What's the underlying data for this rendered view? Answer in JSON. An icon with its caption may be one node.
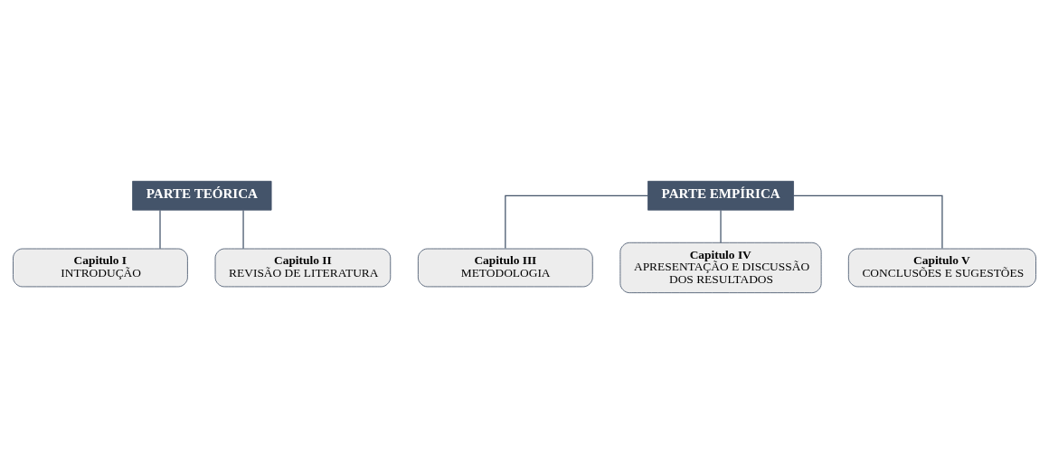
{
  "diagram": {
    "nodes": [
      {
        "text": [
          "PARTE TEÓRICA"
        ]
      },
      {
        "text": [
          "Capitulo I",
          "INTRODUÇÃO"
        ]
      },
      {
        "text": [
          "Capitulo II",
          "REVISÃO DE LITERATURA"
        ]
      },
      {
        "text": [
          "PARTE EMPÍRICA"
        ]
      },
      {
        "text": [
          "Capitulo III",
          "METODOLOGIA"
        ]
      },
      {
        "text": [
          "Capitulo IV",
          "APRESENTAÇÃO E DISCUSSÃO DOS RESULTADOS"
        ]
      },
      {
        "text": [
          "Capitulo V",
          "CONCLUSÕES E SUGESTÕES"
        ]
      }
    ],
    "edges": [
      {
        "from": 0,
        "to": 1,
        "arrow": "none"
      },
      {
        "from": 0,
        "to": 2,
        "arrow": "none"
      },
      {
        "from": 3,
        "to": 4,
        "arrow": "none"
      },
      {
        "from": 3,
        "to": 5,
        "arrow": "none"
      },
      {
        "from": 3,
        "to": 6,
        "arrow": "none"
      }
    ]
  }
}
